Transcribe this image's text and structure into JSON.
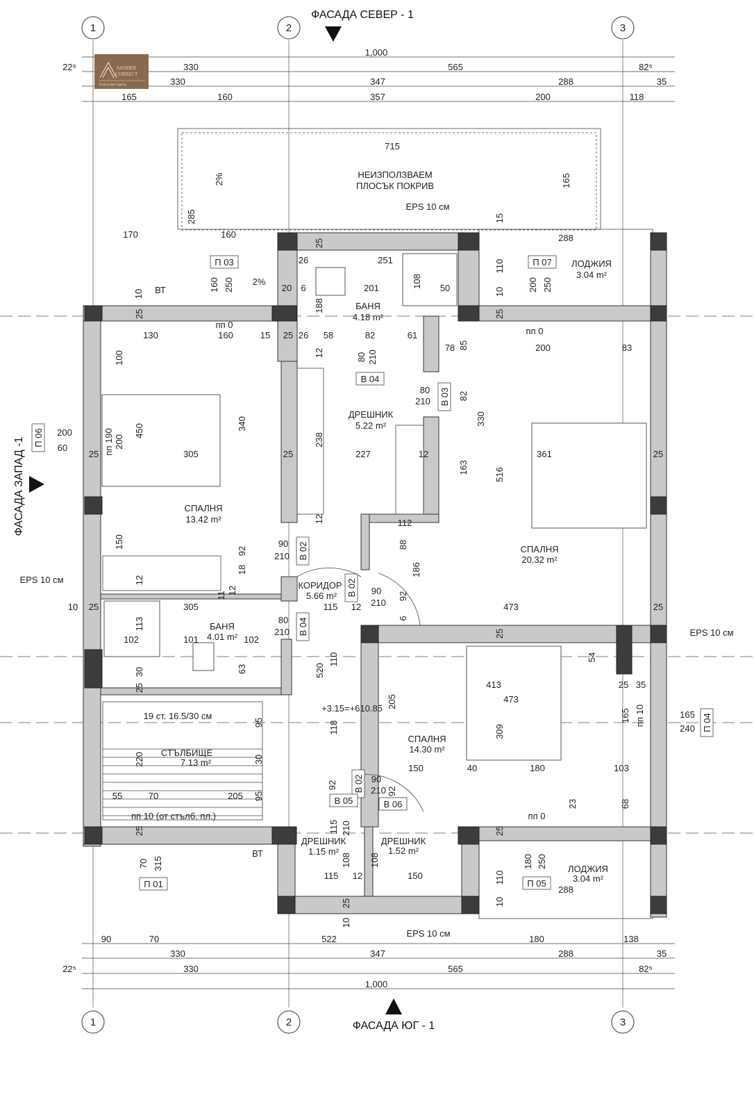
{
  "facades": {
    "north": "ФАСАДА СЕВЕР - 1",
    "south": "ФАСАДА ЮГ - 1",
    "west": "ФАСАДА ЗАПАД -1"
  },
  "axes": [
    "1",
    "2",
    "3"
  ],
  "logo": {
    "text": "SANDER CORRECT",
    "subtitle": "Real Estate Agency",
    "color": "#8a6a4f"
  },
  "colors": {
    "wall": "#c9c9c9",
    "column": "#3c3c3c"
  },
  "labels": [
    "1,000",
    "22⁵",
    "330",
    "565",
    "82⁵",
    "330",
    "347",
    "288",
    "35",
    "165",
    "160",
    "357",
    "200",
    "118",
    "90",
    "70",
    "522",
    "180",
    "138",
    "330",
    "347",
    "288",
    "35",
    "22⁵",
    "330",
    "565",
    "82⁵",
    "1,000",
    "НЕИЗПОЛЗВАЕМ",
    "ПЛОСЪК ПОКРИВ",
    "715",
    "165",
    "2%",
    "285",
    "EPS 10 см",
    "15",
    "170",
    "160",
    "П 03",
    "160",
    "250",
    "2%",
    "10",
    "ВТ",
    "25",
    "26",
    "251",
    "20",
    "6",
    "201",
    "108",
    "50",
    "188",
    "БАНЯ",
    "4.18 m²",
    "288",
    "П 07",
    "ЛОДЖИЯ",
    "3.04 m²",
    "110",
    "10",
    "200",
    "250",
    "25",
    "25",
    "пп 0",
    "130",
    "160",
    "15",
    "25",
    "26",
    "58",
    "82",
    "61",
    "78",
    "85",
    "пп 0",
    "200",
    "83",
    "80",
    "210",
    "В 04",
    "12",
    "100",
    "пп 190",
    "200",
    "450",
    "305",
    "340",
    "25",
    "25",
    "СПАЛНЯ",
    "13.42 m²",
    "150",
    "12",
    "92",
    "18",
    "П 06",
    "200",
    "60",
    "ДРЕШНИК",
    "5.22 m²",
    "238",
    "227",
    "12",
    "80",
    "210",
    "В 03",
    "82",
    "330",
    "163",
    "516",
    "12",
    "112",
    "88",
    "186",
    "361",
    "25",
    "СПАЛНЯ",
    "20.32 m²",
    "90",
    "210",
    "В 02",
    "КОРИДОР",
    "5.66 m²",
    "В 02",
    "90",
    "210",
    "92",
    "6",
    "115",
    "12",
    "11",
    "12",
    "473",
    "25",
    "EPS 10 см",
    "EPS 10 см",
    "10",
    "25",
    "305",
    "113",
    "БАНЯ",
    "4.01 m²",
    "80",
    "210",
    "В 04",
    "102",
    "101",
    "102",
    "30",
    "63",
    "25",
    "110",
    "520",
    "25",
    "54",
    "413",
    "473",
    "25",
    "35",
    "205",
    "+3.15=+610.85",
    "118",
    "95",
    "СПАЛНЯ",
    "14.30 m²",
    "309",
    "165",
    "пп 10",
    "165",
    "240",
    "П 04",
    "150",
    "40",
    "180",
    "103",
    "68",
    "23",
    "пп 0",
    "19 ст. 16.5/30 см",
    "СТЪЛБИЩЕ",
    "7.13 m²",
    "220",
    "30",
    "55",
    "70",
    "205",
    "95",
    "пп 10 (от стълб. пл.)",
    "В 02",
    "90",
    "210",
    "92",
    "92",
    "В 05",
    "В 06",
    "115",
    "210",
    "ДРЕШНИК",
    "1.15 m²",
    "ДРЕШНИК",
    "1.52 m²",
    "108",
    "108",
    "115",
    "12",
    "150",
    "25",
    "10",
    "EPS 10 см",
    "25",
    "110",
    "10",
    "180",
    "250",
    "ЛОДЖИЯ",
    "3.04 m²",
    "П 05",
    "288",
    "25",
    "ВТ",
    "70",
    "315",
    "П 01"
  ]
}
